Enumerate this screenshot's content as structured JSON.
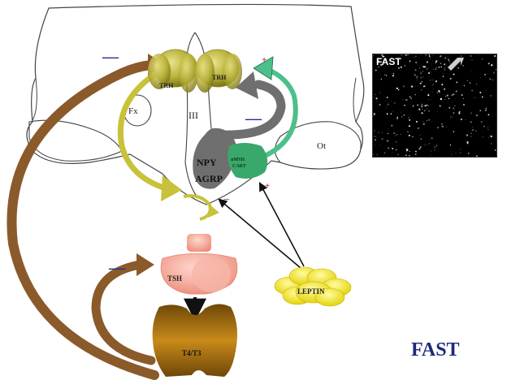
{
  "labels": {
    "trh_left": "TRH",
    "trh_right": "TRH",
    "fx": "Fx",
    "third_ventricle": "III",
    "ot": "Ot",
    "npy": "NPY",
    "agrp": "AGRP",
    "amsh": "αMSH",
    "cart": "CART",
    "tsh": "TSH",
    "t4t3": "T4/T3",
    "leptin": "LEPTIN"
  },
  "signs": {
    "minus_trh": "—",
    "minus_npy": "—",
    "minus_tsh": "—",
    "plus_trh": "+",
    "plus_leptin": "+",
    "minus_leptin": "–"
  },
  "inset": {
    "label": "FAST"
  },
  "caption": "FAST",
  "colors": {
    "trh": "#b9b23a",
    "npy": "#6f6f6f",
    "amsh": "#3aa86a",
    "tsh": "#f2a596",
    "thyroid": "#9a6412",
    "leptin": "#f2e21c",
    "brown_arrow": "#8b5a2b",
    "yellow_arrow": "#c8c23a",
    "green_arrow": "#4dbf8a",
    "minus_sign": "#23308a",
    "plus_sign": "#cc1a1a",
    "caption": "#1e2a78"
  }
}
